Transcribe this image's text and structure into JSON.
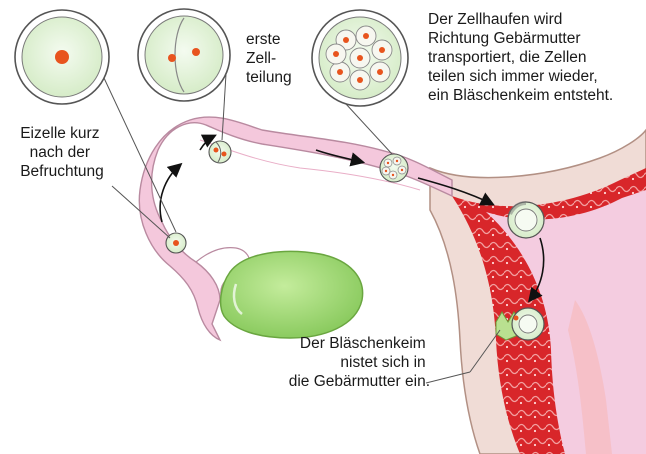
{
  "labels": {
    "zygote": [
      "Eizelle kurz",
      "nach der",
      "Befruchtung"
    ],
    "first_division": [
      "erste",
      "Zell-",
      "teilung"
    ],
    "morula": [
      "Der Zellhaufen wird",
      "Richtung Gebärmutter",
      "transportiert, die Zellen",
      "teilen sich immer wieder,",
      "ein Bläschenkeim entsteht."
    ],
    "implantation": [
      "Der Bläschenkeim",
      "nistet sich in",
      "die Gebärmutter ein."
    ]
  },
  "colors": {
    "tube_pink": "#f4c8dc",
    "tube_outline": "#b98aa0",
    "uterus_wall": "#f0dcd6",
    "endometrium_red": "#d8262a",
    "cavity_pink": "#f4cce0",
    "ovary_green": "#9fd870",
    "cell_fill": "#e6f4e0",
    "cell_outline": "#5b5b5b",
    "nucleus_red": "#e8541e",
    "arrow_black": "#111111"
  }
}
